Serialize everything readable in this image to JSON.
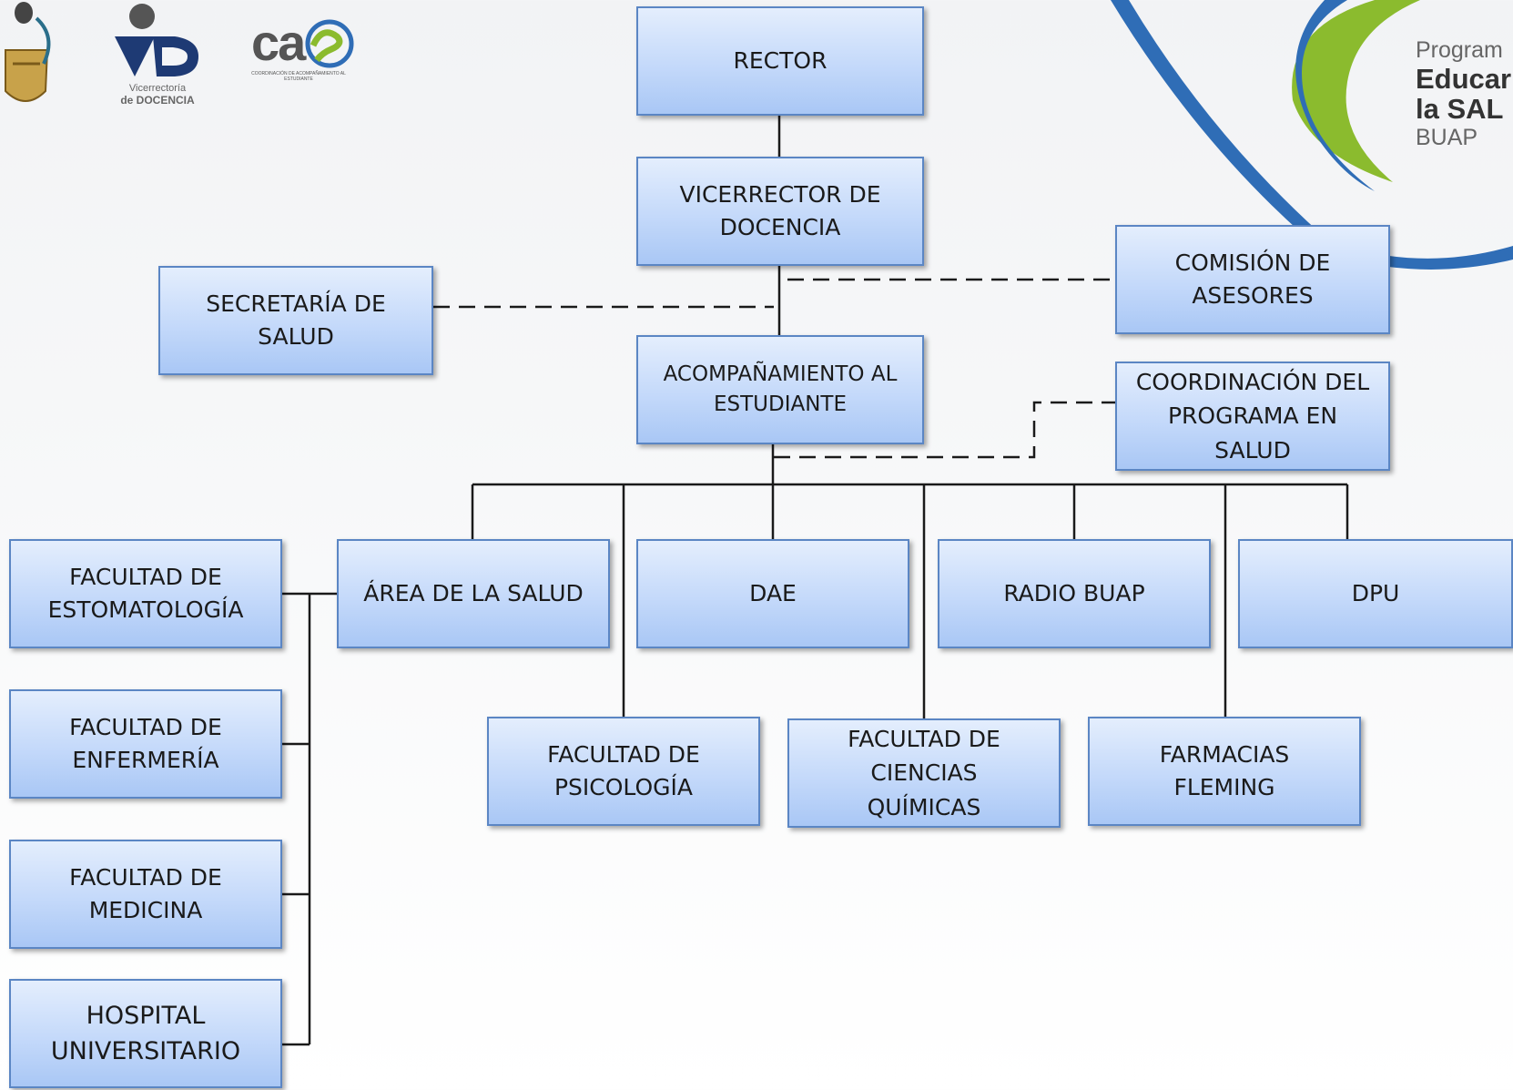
{
  "logos": {
    "vd": {
      "line1": "Vicerrectoría",
      "line2": "de DOCENCIA"
    },
    "cae": {
      "mark": "ca",
      "subtitle": "COORDINACIÓN DE ACOMPAÑAMIENTO AL ESTUDIANTE"
    },
    "program": {
      "line1": "Program",
      "line2": "Educar",
      "line3": "la SAL",
      "line4": "BUAP"
    }
  },
  "nodes": {
    "rector": "RECTOR",
    "vicerrector": "VICERRECTOR DE DOCENCIA",
    "secretaria": "SECRETARÍA DE SALUD",
    "comision": "COMISIÓN DE ASESORES",
    "acompanamiento": "ACOMPAÑAMIENTO AL ESTUDIANTE",
    "coordinacion": "COORDINACIÓN DEL PROGRAMA EN SALUD",
    "area_salud": "ÁREA DE LA SALUD",
    "dae": "DAE",
    "radio": "RADIO BUAP",
    "dpu": "DPU",
    "psicologia": "FACULTAD DE PSICOLOGÍA",
    "quimicas": "FACULTAD DE CIENCIAS QUÍMICAS",
    "farmacias": "FARMACIAS FLEMING",
    "estomatologia": "FACULTAD DE ESTOMATOLOGÍA",
    "enfermeria": "FACULTAD DE ENFERMERÍA",
    "medicina": "FACULTAD DE MEDICINA",
    "hospital": "HOSPITAL UNIVERSITARIO"
  },
  "colors": {
    "box_border": "#5b86c4",
    "box_fill_top": "#e4eefd",
    "box_fill_bottom": "#a9c7f5",
    "connector": "#1a1a1a",
    "swoosh_blue": "#2f6db6",
    "swoosh_green": "#8bbb2e"
  }
}
